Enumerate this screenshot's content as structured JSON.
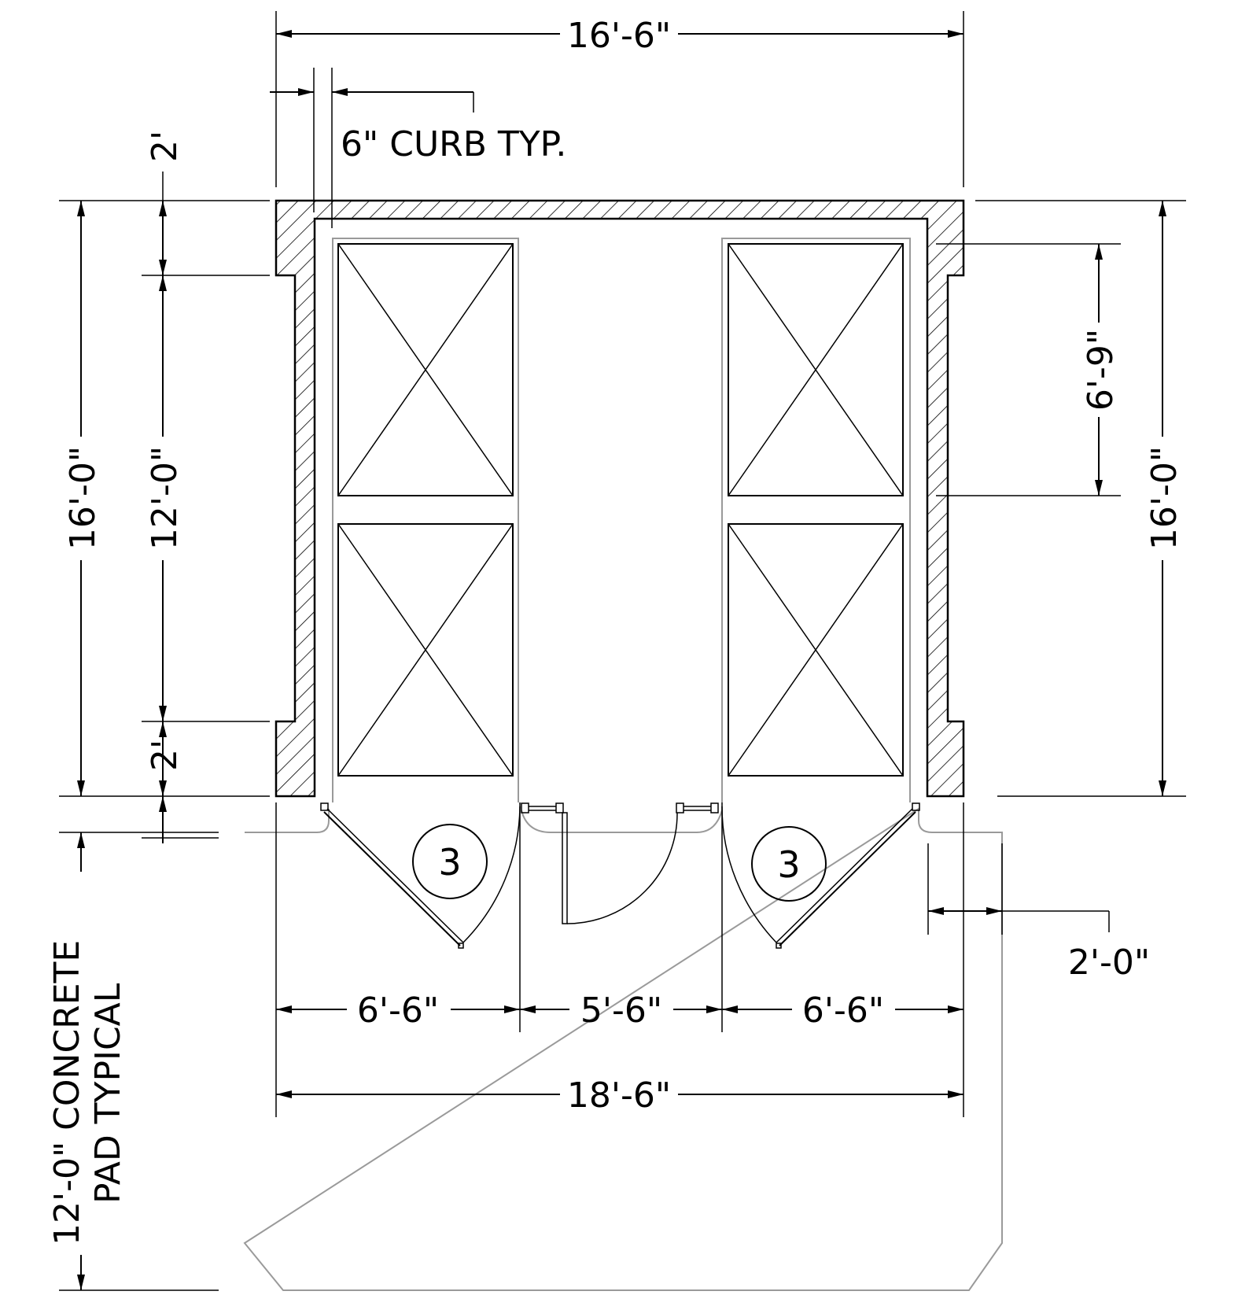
{
  "dimensions": {
    "overall_width": "16'-6\"",
    "curb_note": "6\" CURB TYP.",
    "curb_top": "2'",
    "curb_bottom": "2'",
    "overall_depth_left": "16'-0\"",
    "inner_depth": "12'-0\"",
    "bin_length": "6'-9\"",
    "overall_depth_right": "16'-0\"",
    "bay_left": "6'-6\"",
    "center_gap": "5'-6\"",
    "bay_right": "6'-6\"",
    "overall_pad_width": "18'-6\"",
    "pad_extension": "2'-0\""
  },
  "pad_label": {
    "line1": "12'-0\" CONCRETE",
    "line2": "PAD TYPICAL"
  },
  "gate_tags": {
    "left": "3",
    "right": "3"
  }
}
